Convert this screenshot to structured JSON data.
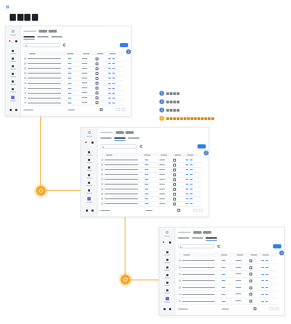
{
  "page": {
    "title_glyph_count": 4,
    "accent": "#2f80ed",
    "connector_color": "#f5a623",
    "marker_color": "#4a7ed6"
  },
  "legend": [
    {
      "marker": "1",
      "color": "#4a7ed6",
      "glyphs": 4,
      "kind": "blue"
    },
    {
      "marker": "2",
      "color": "#4a7ed6",
      "glyphs": 4,
      "kind": "blue"
    },
    {
      "marker": "3",
      "color": "#4a7ed6",
      "glyphs": 4,
      "kind": "blue"
    },
    {
      "marker": "4",
      "color": "#f5a623",
      "glyphs": 14,
      "kind": "orange"
    }
  ],
  "screens": [
    {
      "marker": "1",
      "active_tab": 0,
      "row_count": 10
    },
    {
      "marker": "2",
      "active_tab": 1,
      "row_count": 10
    },
    {
      "marker": "3",
      "active_tab": 2,
      "row_count": 7
    }
  ],
  "icons": {
    "connector_node": "circle-arrow-icon",
    "refresh": "refresh-icon",
    "search": "search-icon",
    "calendar": "calendar-icon"
  }
}
